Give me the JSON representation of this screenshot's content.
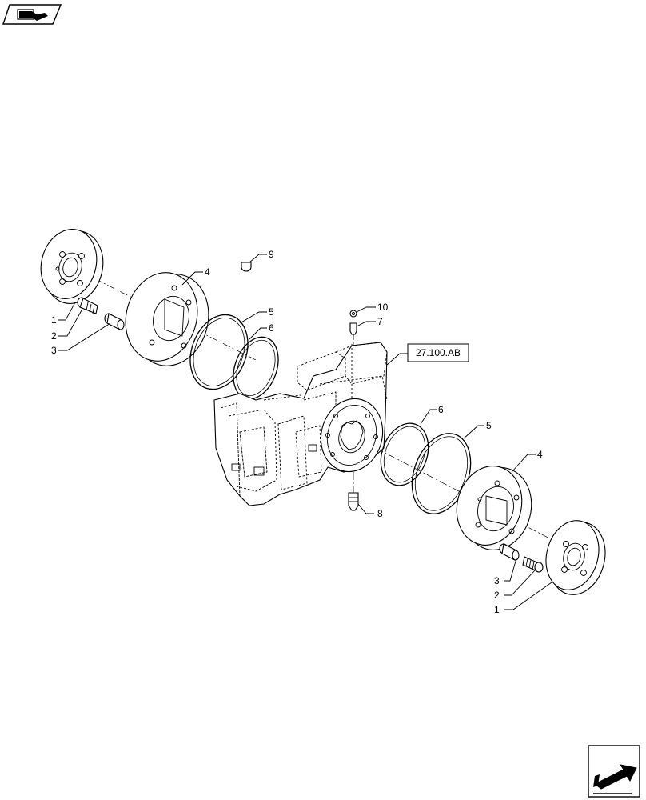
{
  "diagram": {
    "reference_label": "27.100.AB",
    "callouts": [
      {
        "id": "left-1",
        "text": "1"
      },
      {
        "id": "left-2",
        "text": "2"
      },
      {
        "id": "left-3",
        "text": "3"
      },
      {
        "id": "left-4",
        "text": "4"
      },
      {
        "id": "left-5",
        "text": "5"
      },
      {
        "id": "left-6",
        "text": "6"
      },
      {
        "id": "top-9",
        "text": "9"
      },
      {
        "id": "top-10",
        "text": "10"
      },
      {
        "id": "top-7",
        "text": "7"
      },
      {
        "id": "bottom-8",
        "text": "8"
      },
      {
        "id": "right-6",
        "text": "6"
      },
      {
        "id": "right-5",
        "text": "5"
      },
      {
        "id": "right-4",
        "text": "4"
      },
      {
        "id": "right-3",
        "text": "3"
      },
      {
        "id": "right-2",
        "text": "2"
      },
      {
        "id": "right-1",
        "text": "1"
      }
    ]
  },
  "nav": {
    "top_icon": "book-arrow-icon",
    "bottom_icon": "next-page-arrow-icon"
  }
}
